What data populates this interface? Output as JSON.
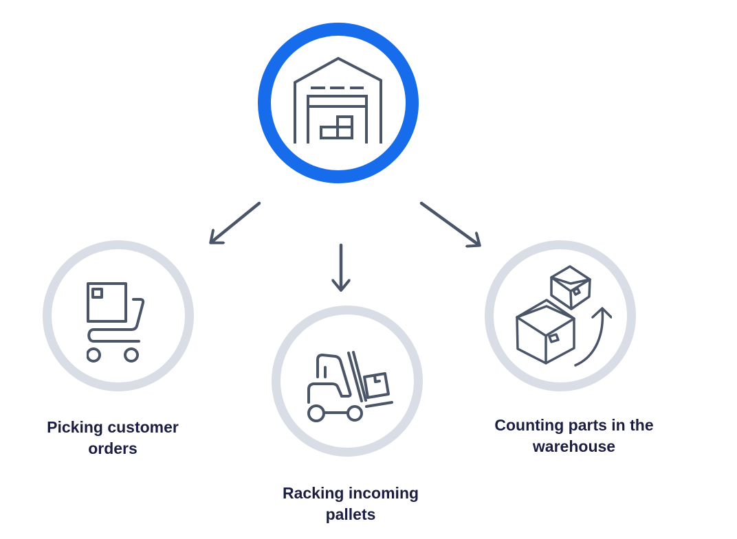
{
  "colors": {
    "accent-blue": "#176ceb",
    "ring-gray": "#d9dde5",
    "icon-stroke": "#4a5568",
    "arrow": "#4a5568",
    "label-text": "#1a1f42",
    "background": "#ffffff"
  },
  "diagram": {
    "root": {
      "icon": "warehouse-icon"
    },
    "children": [
      {
        "label": "Picking customer orders",
        "icon": "cart-icon"
      },
      {
        "label": "Racking incoming pallets",
        "icon": "forklift-icon"
      },
      {
        "label": "Counting parts in the warehouse",
        "icon": "boxes-icon"
      }
    ],
    "connections": [
      {
        "from": "warehouse",
        "to": "Picking customer orders"
      },
      {
        "from": "warehouse",
        "to": "Racking incoming pallets"
      },
      {
        "from": "warehouse",
        "to": "Counting parts in the warehouse"
      }
    ]
  }
}
